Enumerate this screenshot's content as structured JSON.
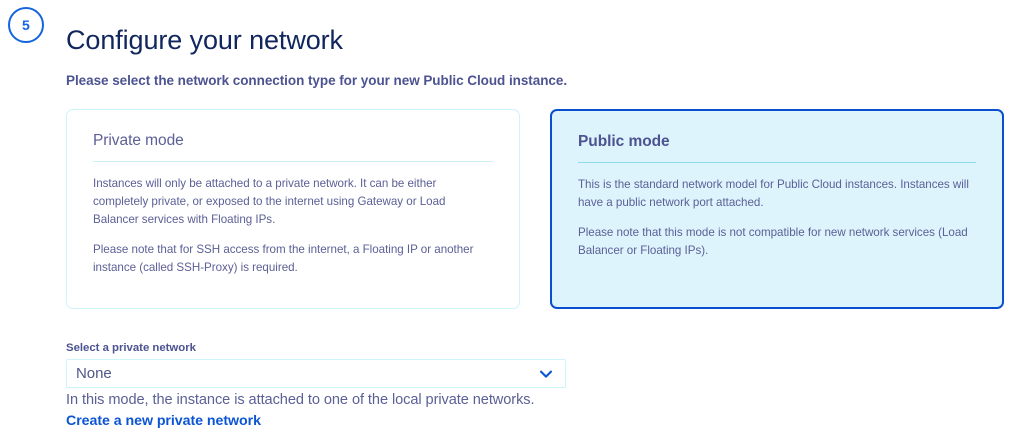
{
  "header": {
    "step_number": "5",
    "title": "Configure your network",
    "subtitle": "Please select the network connection type for your new Public Cloud instance."
  },
  "cards": [
    {
      "id": "private-mode",
      "title": "Private mode",
      "selected": false,
      "paragraphs": [
        "Instances will only be attached to a private network. It can be either completely private, or exposed to the internet using Gateway or Load Balancer services with Floating IPs.",
        "Please note that for SSH access from the internet, a Floating IP or another instance (called SSH-Proxy) is required."
      ]
    },
    {
      "id": "public-mode",
      "title": "Public mode",
      "selected": true,
      "paragraphs": [
        "This is the standard network model for Public Cloud instances. Instances will have a public network port attached.",
        "Please note that this mode is not compatible for new network services (Load Balancer or Floating IPs)."
      ]
    }
  ],
  "network_select": {
    "label": "Select a private network",
    "value": "None",
    "placeholder": "None",
    "options": [
      "None"
    ],
    "chevron_icon": "chevron-down-icon",
    "hint": "In this mode, the instance is attached to one of the local private networks.",
    "create_link": "Create a new private network"
  },
  "colors": {
    "accent_blue": "#0b55d4",
    "selected_border": "#0a4fce",
    "selected_bg": "#ddf4fd",
    "card_border": "#cdf3fb",
    "title": "#10265c",
    "body_text": "#5b6096"
  }
}
